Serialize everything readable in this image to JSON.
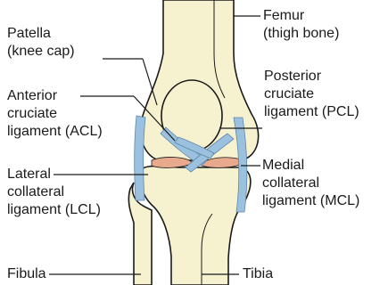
{
  "labels": {
    "femur": [
      "Femur",
      "(thigh bone)"
    ],
    "patella": [
      "Patella",
      "(knee cap)"
    ],
    "acl": [
      "Anterior",
      "cruciate",
      "ligament (ACL)"
    ],
    "pcl": [
      "Posterior",
      "cruciate",
      "ligament (PCL)"
    ],
    "mcl": [
      "Medial",
      "collateral",
      "ligament (MCL)"
    ],
    "lcl": [
      "Lateral",
      "collateral",
      "ligament (LCL)"
    ],
    "fibula": "Fibula",
    "tibia": "Tibia"
  },
  "colors": {
    "bone_fill": "#f6f2cf",
    "bone_stroke": "#1a1a1a",
    "ligament": "#9cc1de",
    "ligament_stroke": "#5b87ad",
    "cartilage": "#e9a98c",
    "leader": "#1a1a1a"
  }
}
